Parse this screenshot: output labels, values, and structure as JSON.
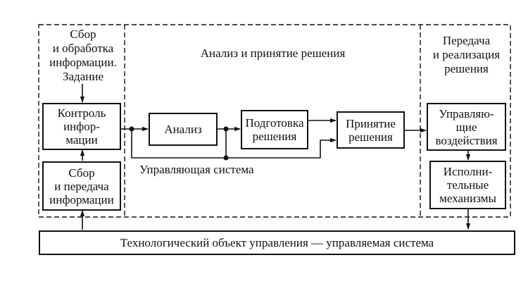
{
  "sections": {
    "left_title": [
      "Сбор",
      "и обработка",
      "информации."
    ],
    "task_label": "Задание",
    "center_title": "Анализ и принятие решения",
    "right_title": [
      "Передача",
      "и реализация",
      "решения"
    ]
  },
  "blocks": {
    "control": [
      "Контроль",
      "инфор-",
      "мации"
    ],
    "collect": [
      "Сбор",
      "и передача",
      "информации"
    ],
    "analysis": [
      "Анализ"
    ],
    "prepare": [
      "Подготовка",
      "решения"
    ],
    "decision": [
      "Принятие",
      "решения"
    ],
    "actions": [
      "Управляю-",
      "щие",
      "воздействия"
    ],
    "mechanisms": [
      "Исполни-",
      "тельные",
      "механизмы"
    ]
  },
  "control_system_label": "Управляющая система",
  "object_label": "Технологический объект управления — управляемая система"
}
